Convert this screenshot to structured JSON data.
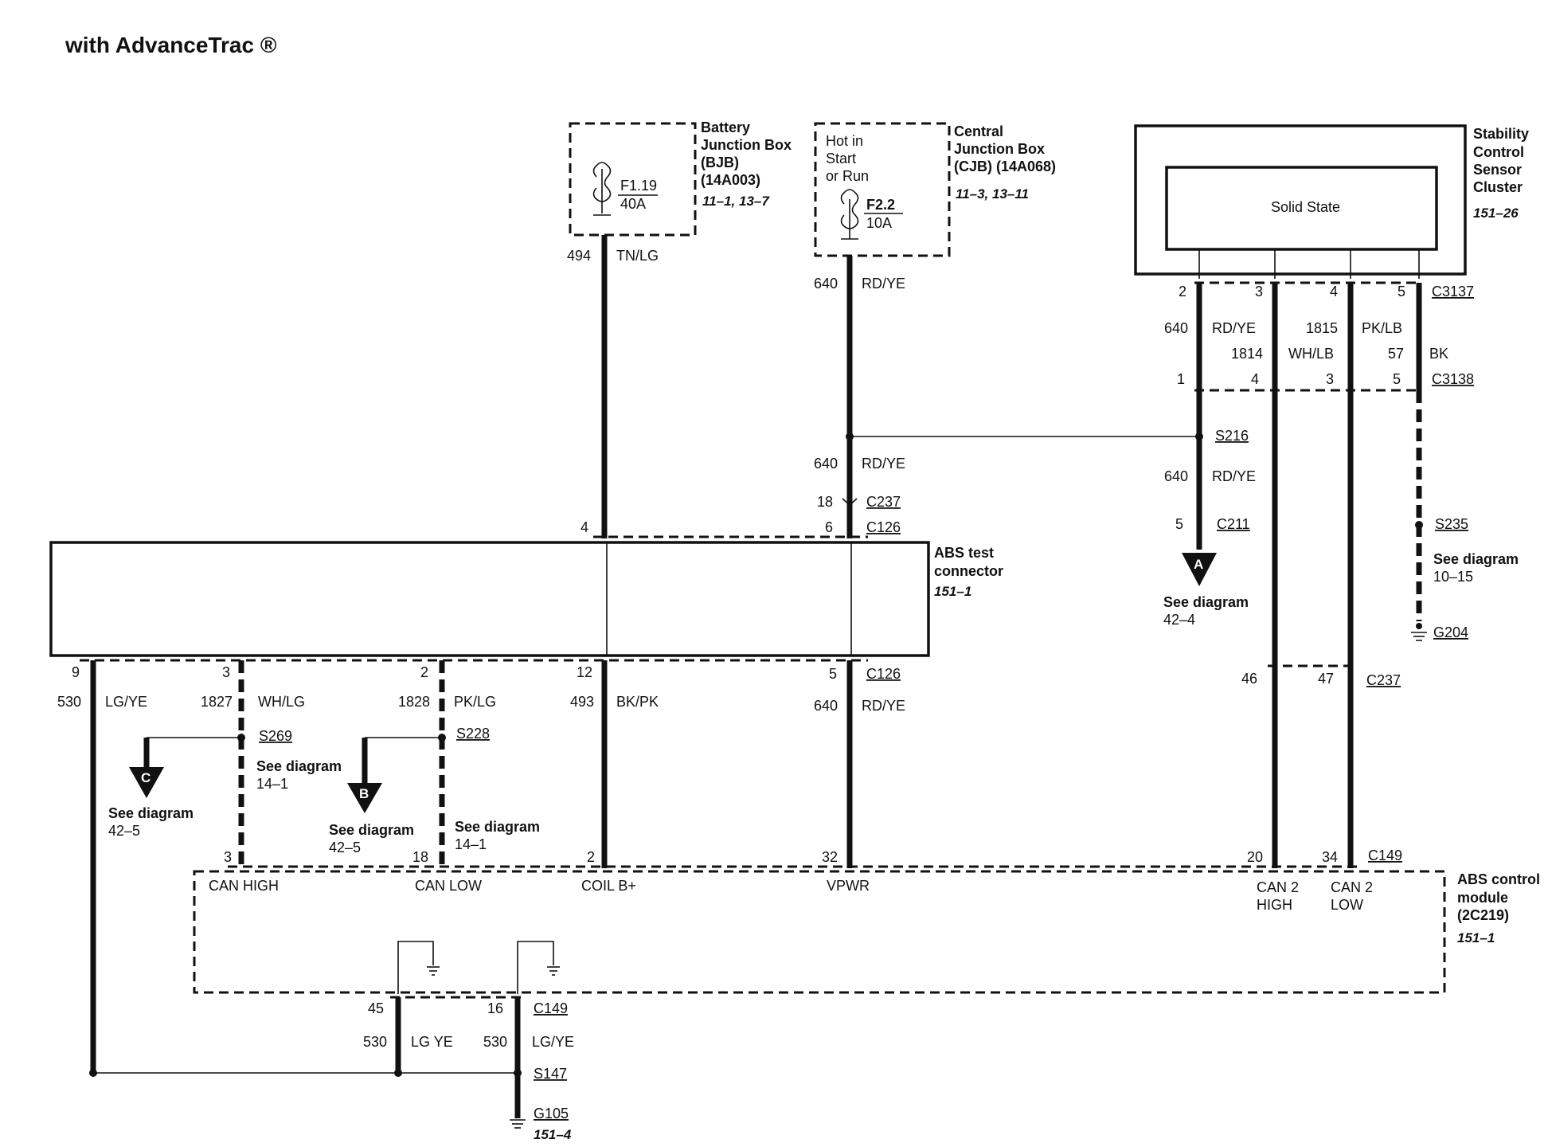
{
  "title": "with AdvanceTrac ®",
  "components": {
    "bjb": {
      "name_lines": [
        "Battery",
        "Junction Box",
        "(BJB)",
        "(14A003)"
      ],
      "ref": "11–1, 13–7",
      "fuse": "F1.19",
      "rating": "40A"
    },
    "cjb": {
      "name_lines": [
        "Central",
        "Junction Box",
        "(CJB) (14A068)"
      ],
      "ref": "11–3, 13–11",
      "hot_lines": [
        "Hot in",
        "Start",
        "or Run"
      ],
      "fuse": "F2.2",
      "rating": "10A"
    },
    "sensor_cluster": {
      "name_lines": [
        "Stability",
        "Control",
        "Sensor",
        "Cluster"
      ],
      "ref": "151–26",
      "inner": "Solid State"
    },
    "abs_test": {
      "name_lines": [
        "ABS test",
        "connector"
      ],
      "ref": "151–1"
    },
    "abs_module": {
      "name_lines": [
        "ABS control",
        "module",
        "(2C219)"
      ],
      "ref": "151–1"
    }
  },
  "connectors": [
    "C3137",
    "C3138",
    "S216",
    "C237",
    "C126",
    "C211",
    "S235",
    "G204",
    "S269",
    "S228",
    "C149",
    "S147",
    "G105"
  ],
  "circuits": {
    "w494": {
      "num": "494",
      "color": "TN/LG"
    },
    "w640a": {
      "num": "640",
      "color": "RD/YE"
    },
    "w640b": {
      "num": "640",
      "color": "RD/YE"
    },
    "w640c": {
      "num": "640",
      "color": "RD/YE"
    },
    "w640d": {
      "num": "640",
      "color": "RD/YE"
    },
    "w640e": {
      "num": "640",
      "color": "RD/YE"
    },
    "w1815": {
      "num": "1815",
      "color": "PK/LB"
    },
    "w1814": {
      "num": "1814",
      "color": "WH/LB"
    },
    "w57": {
      "num": "57",
      "color": "BK"
    },
    "w530a": {
      "num": "530",
      "color": "LG/YE"
    },
    "w1827": {
      "num": "1827",
      "color": "WH/LG"
    },
    "w1828": {
      "num": "1828",
      "color": "PK/LG"
    },
    "w493": {
      "num": "493",
      "color": "BK/PK"
    },
    "w530b": {
      "num": "530",
      "color": "LG YE"
    },
    "w530c": {
      "num": "530",
      "color": "LG/YE"
    }
  },
  "pins": {
    "c3137": [
      "2",
      "3",
      "4",
      "5"
    ],
    "c3138": [
      "1",
      "4",
      "3",
      "5"
    ],
    "c237_top": "18",
    "c126_top": [
      "4",
      "6"
    ],
    "c211": "5",
    "c126_bottom": [
      "9",
      "3",
      "2",
      "12",
      "5"
    ],
    "c237_bottom": [
      "46",
      "47"
    ],
    "c149_top": [
      "3",
      "18",
      "2",
      "32",
      "20",
      "34"
    ],
    "c149_bottom": [
      "45",
      "16"
    ]
  },
  "module_pins": {
    "can_high": "CAN HIGH",
    "can_low": "CAN LOW",
    "coil": "COIL B+",
    "vpwr": "VPWR",
    "can2_high": [
      "CAN 2",
      "HIGH"
    ],
    "can2_low": [
      "CAN 2",
      "LOW"
    ]
  },
  "see_diagram": {
    "label": "See diagram",
    "a": {
      "letter": "A",
      "ref": "42–4"
    },
    "b": {
      "letter": "B",
      "ref": "42–5"
    },
    "c": {
      "letter": "C",
      "ref": "42–5"
    },
    "s269_ref": "14–1",
    "s228_ref": "14–1",
    "s235_ref": "10–15"
  },
  "g105_ref": "151–4"
}
